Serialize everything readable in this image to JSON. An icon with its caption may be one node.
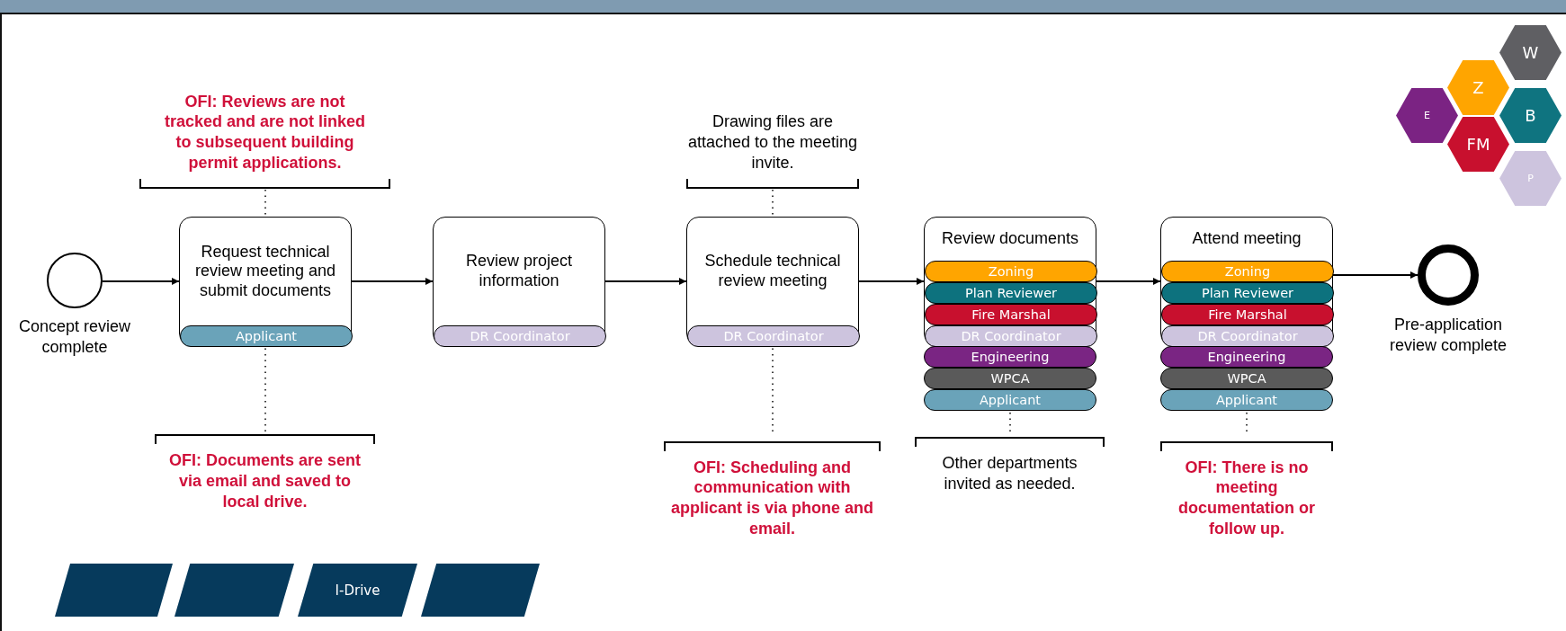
{
  "diagram": {
    "nodes": [
      {
        "text": [],
        "shape": "circle",
        "beside": [
          "Concept review complete"
        ]
      },
      {
        "text": [
          "OFI: Reviews are not tracked and are not linked to subsequent building permit applications."
        ]
      },
      {
        "text": [
          "Request technical review meeting and submit documents"
        ]
      },
      {
        "text": [
          "Applicant"
        ],
        "in": 2
      },
      {
        "text": [
          "OFI: Documents are sent via email and saved to local drive."
        ]
      },
      {
        "text": [
          "Review project information"
        ]
      },
      {
        "text": [
          "DR Coordinator"
        ],
        "in": 5
      },
      {
        "text": [
          "Drawing files are attached to the meeting invite."
        ]
      },
      {
        "text": [
          "Schedule technical review meeting"
        ]
      },
      {
        "text": [
          "DR Coordinator"
        ],
        "in": 8
      },
      {
        "text": [
          "OFI: Scheduling and communication with applicant is via phone and email."
        ]
      },
      {
        "text": [
          "Review documents"
        ]
      },
      {
        "text": [
          "Zoning"
        ],
        "in": 11
      },
      {
        "text": [
          "Plan Reviewer"
        ],
        "in": 11
      },
      {
        "text": [
          "Fire Marshal"
        ],
        "in": 11
      },
      {
        "text": [
          "DR Coordinator"
        ],
        "in": 11
      },
      {
        "text": [
          "Engineering"
        ]
      },
      {
        "text": [
          "WPCA"
        ]
      },
      {
        "text": [
          "Applicant"
        ]
      },
      {
        "text": [
          "Other departments invited as needed."
        ]
      },
      {
        "text": [
          "Attend meeting"
        ]
      },
      {
        "text": [
          "Zoning"
        ],
        "in": 20
      },
      {
        "text": [
          "Plan Reviewer"
        ],
        "in": 20
      },
      {
        "text": [
          "Fire Marshal"
        ],
        "in": 20
      },
      {
        "text": [
          "DR Coordinator"
        ],
        "in": 20
      },
      {
        "text": [
          "Engineering"
        ]
      },
      {
        "text": [
          "WPCA"
        ]
      },
      {
        "text": [
          "Applicant"
        ]
      },
      {
        "text": [
          "OFI: There is no meeting documentation or follow up."
        ]
      },
      {
        "text": [],
        "shape": "circle",
        "beside": [
          "Pre-application review complete"
        ]
      },
      {
        "text": [
          "W"
        ]
      },
      {
        "text": [
          "Z"
        ]
      },
      {
        "text": [
          "E"
        ]
      },
      {
        "text": [
          "B"
        ]
      },
      {
        "text": [
          "FM"
        ]
      },
      {
        "text": [
          "P"
        ]
      },
      {
        "text": [],
        "shape": "parallelogram"
      },
      {
        "text": [],
        "shape": "parallelogram"
      },
      {
        "text": [
          "I-Drive"
        ]
      },
      {
        "text": [],
        "shape": "parallelogram"
      }
    ],
    "edges": [
      {
        "from": 0,
        "to": 2,
        "arrow": "to"
      },
      {
        "from": 2,
        "to": 5,
        "arrow": "to"
      },
      {
        "from": 5,
        "to": 8,
        "arrow": "to"
      },
      {
        "from": 8,
        "to": 11,
        "arrow": "to"
      },
      {
        "from": 11,
        "to": 20,
        "arrow": "to"
      },
      {
        "from": 20,
        "to": 29,
        "arrow": "to"
      },
      {
        "from": 1,
        "to": 2,
        "arrow": "none",
        "style": "dashed"
      },
      {
        "from": 4,
        "to": 2,
        "arrow": "none",
        "style": "dashed"
      },
      {
        "from": 7,
        "to": 8,
        "arrow": "none",
        "style": "dashed"
      },
      {
        "from": 10,
        "to": 8,
        "arrow": "none",
        "style": "dashed"
      },
      {
        "from": 19,
        "to": 18,
        "arrow": "none",
        "style": "dashed"
      },
      {
        "from": 28,
        "to": 27,
        "arrow": "none",
        "style": "dashed"
      }
    ]
  }
}
